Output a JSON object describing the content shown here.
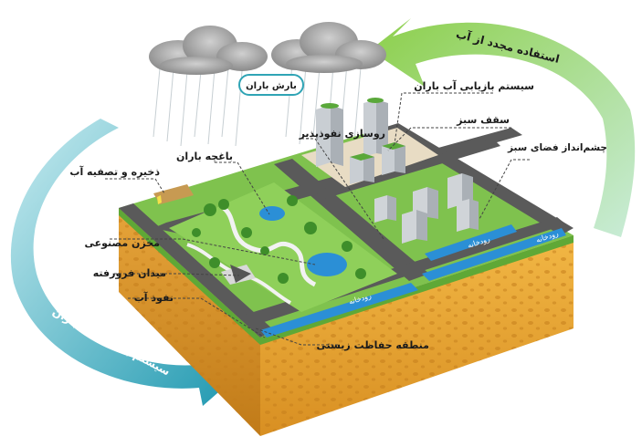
{
  "labels": {
    "rain": "بارش باران",
    "reuse": "استفاده مجدد از آب",
    "harvest_system_arrow": "سیستم بازیابی آب باران",
    "rainwater_harvest_system": "سیستم بازیابی آب باران",
    "green_roof": "سقف سبز",
    "green_landscape": "چشم‌انداز فضای سبز",
    "permeable_paving": "روسازی نفوذپذیر",
    "rain_garden": "باغچه باران",
    "storage_treatment": "ذخیره و تصفیه آب",
    "artificial_reservoir": "مخزن مصنوعی",
    "sunken_square": "میدان فرورفته",
    "water_infiltration": "نفوذ آب",
    "ecological_protection_zone": "منطقه حفاظت زیستی",
    "river_1": "رودخانه",
    "river_2": "رودخانه",
    "river_3": "رودخانه"
  },
  "colors": {
    "arrow_green": "#7cc242",
    "arrow_teal": "#2fa4b5",
    "soil": "#e8a83a",
    "grass": "#7fc24e",
    "road": "#5a5a5a",
    "water": "#2b8fd6",
    "cloud": "#9a9a9a"
  }
}
